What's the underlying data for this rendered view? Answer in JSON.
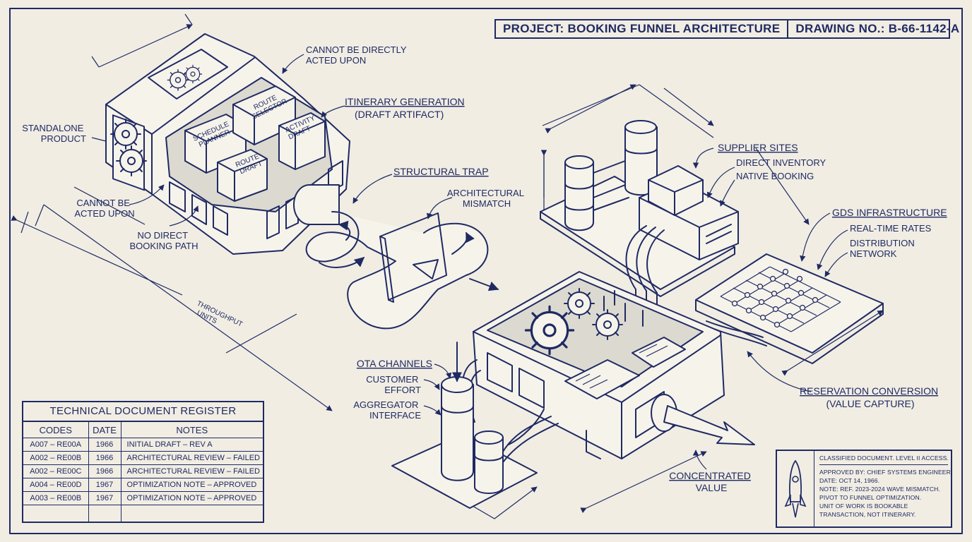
{
  "title_block": {
    "project": "PROJECT: BOOKING FUNNEL ARCHITECTURE",
    "drawing_no": "DRAWING NO.: B-66-1142-A"
  },
  "labels": {
    "cannot_directly": [
      "CANNOT BE DIRECTLY",
      "ACTED UPON"
    ],
    "standalone": [
      "STANDALONE",
      "PRODUCT"
    ],
    "itinerary": [
      "ITINERARY GENERATION",
      "(DRAFT ARTIFACT)"
    ],
    "cannot_be": [
      "CANNOT BE",
      "ACTED UPON"
    ],
    "no_direct": [
      "NO DIRECT",
      "BOOKING PATH"
    ],
    "structural_trap": "STRUCTURAL TRAP",
    "arch_mismatch": [
      "ARCHITECTURAL",
      "MISMATCH"
    ],
    "throughput": [
      "THROUGHPUT",
      "UNITS"
    ],
    "supplier_sites": "SUPPLIER SITES",
    "direct_inventory": "DIRECT INVENTORY",
    "native_booking": "NATIVE BOOKING",
    "gds": "GDS INFRASTRUCTURE",
    "realtime": "REAL-TIME RATES",
    "distribution": [
      "DISTRIBUTION",
      "NETWORK"
    ],
    "reservation": [
      "RESERVATION CONVERSION",
      "(VALUE CAPTURE)"
    ],
    "ota": "OTA CHANNELS",
    "customer_effort": [
      "CUSTOMER",
      "EFFORT"
    ],
    "aggregator": [
      "AGGREGATOR",
      "INTERFACE"
    ],
    "concentrated": [
      "CONCENTRATED",
      "VALUE"
    ]
  },
  "modules": {
    "schedule_planner": [
      "SCHEDULE",
      "PLANNER"
    ],
    "route_selector": [
      "ROUTE",
      "SELECTOR"
    ],
    "route_draft": [
      "ROUTE",
      "DRAFT"
    ],
    "activity_draft": [
      "ACTIVITY",
      "DRAFT"
    ]
  },
  "register": {
    "title": "TECHNICAL DOCUMENT REGISTER",
    "headers": [
      "CODES",
      "DATE",
      "NOTES"
    ],
    "rows": [
      [
        "A007 – RE00A",
        "1966",
        "INITIAL DRAFT – REV A"
      ],
      [
        "A002 – RE00B",
        "1966",
        "ARCHITECTURAL REVIEW – FAILED"
      ],
      [
        "A002 – RE00C",
        "1966",
        "ARCHITECTURAL REVIEW – FAILED"
      ],
      [
        "A004 – RE00D",
        "1967",
        "OPTIMIZATION NOTE – APPROVED"
      ],
      [
        "A003 – RE00B",
        "1967",
        "OPTIMIZATION NOTE – APPROVED"
      ]
    ]
  },
  "classified": {
    "head": "CLASSIFIED DOCUMENT. LEVEL II ACCESS.",
    "lines": [
      "APPROVED BY: CHIEF SYSTEMS ENGINEER.",
      "DATE: OCT 14, 1966.",
      "NOTE: REF. 2023-2024 WAVE MISMATCH.",
      "PIVOT TO FUNNEL OPTIMIZATION.",
      "UNIT OF WORK IS BOOKABLE",
      "TRANSACTION, NOT ITINERARY."
    ]
  },
  "colors": {
    "ink": "#1f2a63",
    "paper": "#f1ede3"
  }
}
